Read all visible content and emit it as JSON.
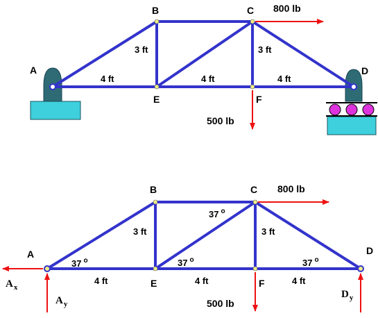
{
  "top": {
    "nodes": {
      "A": "A",
      "B": "B",
      "C": "C",
      "D": "D",
      "E": "E",
      "F": "F"
    },
    "dims": {
      "ae": "4 ft",
      "ef": "4 ft",
      "fd": "4 ft",
      "be": "3 ft",
      "cf": "3 ft"
    },
    "loads": {
      "horizontal": "800 lb",
      "vertical": "500 lb"
    }
  },
  "bottom": {
    "nodes": {
      "A": "A",
      "B": "B",
      "C": "C",
      "D": "D",
      "E": "E",
      "F": "F"
    },
    "dims": {
      "ae": "4 ft",
      "ef": "4 ft",
      "fd": "4 ft",
      "be": "3 ft",
      "cf": "3 ft"
    },
    "angles": {
      "a": "37",
      "e": "37",
      "c": "37",
      "d": "37",
      "degree": "o"
    },
    "loads": {
      "horizontal": "800 lb",
      "vertical": "500 lb"
    },
    "reactions": {
      "ax": "A",
      "ax_sub": "x",
      "ay": "A",
      "ay_sub": "y",
      "dy": "D",
      "dy_sub": "y"
    }
  },
  "colors": {
    "member": "#3333cc",
    "force": "#ee1111",
    "support": "#2e6b75",
    "base": "#3ed0dc",
    "roller": "#dd33dd",
    "joint": "#eeee88"
  }
}
